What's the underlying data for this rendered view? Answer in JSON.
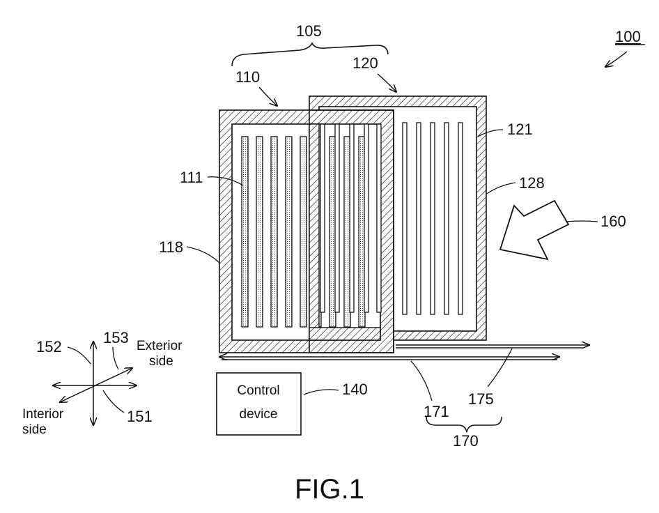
{
  "figure": {
    "number_100": "100",
    "caption": "FIG.1"
  },
  "labels": {
    "l105": "105",
    "l110": "110",
    "l111": "111",
    "l118": "118",
    "l120": "120",
    "l121": "121",
    "l128": "128",
    "l140": "140",
    "l151": "151",
    "l152": "152",
    "l153": "153",
    "l160": "160",
    "l170": "170",
    "l171": "171",
    "l175": "175"
  },
  "control_device": {
    "line1": "Control",
    "line2": "device"
  },
  "axes": {
    "exterior_line1": "Exterior",
    "exterior_line2": "side",
    "interior_line1": "Interior",
    "interior_line2": "side"
  },
  "colors": {
    "stroke": "#111111",
    "hatch": "#111111",
    "background": "#ffffff",
    "fin_fill": "#d8d8d8"
  },
  "icons": [
    "wind-arrow-icon",
    "direction-axes-icon",
    "double-arrow-rail-icon"
  ]
}
